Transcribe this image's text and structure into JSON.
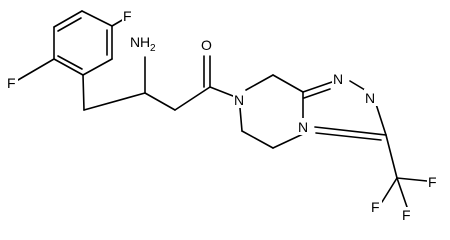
{
  "molecule": {
    "atoms": {
      "f_top": "F",
      "f_left": "F",
      "amine_n": "N",
      "amine_h": "H",
      "amine_sub": "2",
      "carbonyl_o": "O",
      "ring_n_amide": "N",
      "triazole_n_top_left": "N",
      "triazole_n_top_right": "N",
      "triazole_n_bridge": "N",
      "cf3_f_right": "F",
      "cf3_f_left": "F",
      "cf3_f_bottom": "F"
    }
  }
}
